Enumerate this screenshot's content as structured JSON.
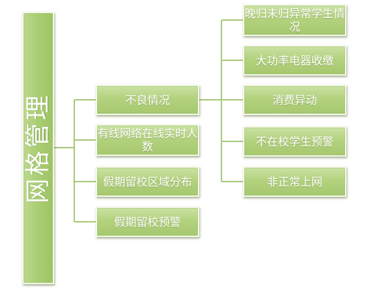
{
  "diagram": {
    "root": {
      "label": "网格管理"
    },
    "level1": [
      {
        "label": "不良情况"
      },
      {
        "label": "有线网络在线实时人数"
      },
      {
        "label": "假期留校区域分布"
      },
      {
        "label": "假期留校预警"
      }
    ],
    "level2": [
      {
        "label": "晚归未归异常学生情况"
      },
      {
        "label": "大功率电器收缴"
      },
      {
        "label": "消费异动"
      },
      {
        "label": "不在校学生预警"
      },
      {
        "label": "非正常上网"
      }
    ]
  }
}
